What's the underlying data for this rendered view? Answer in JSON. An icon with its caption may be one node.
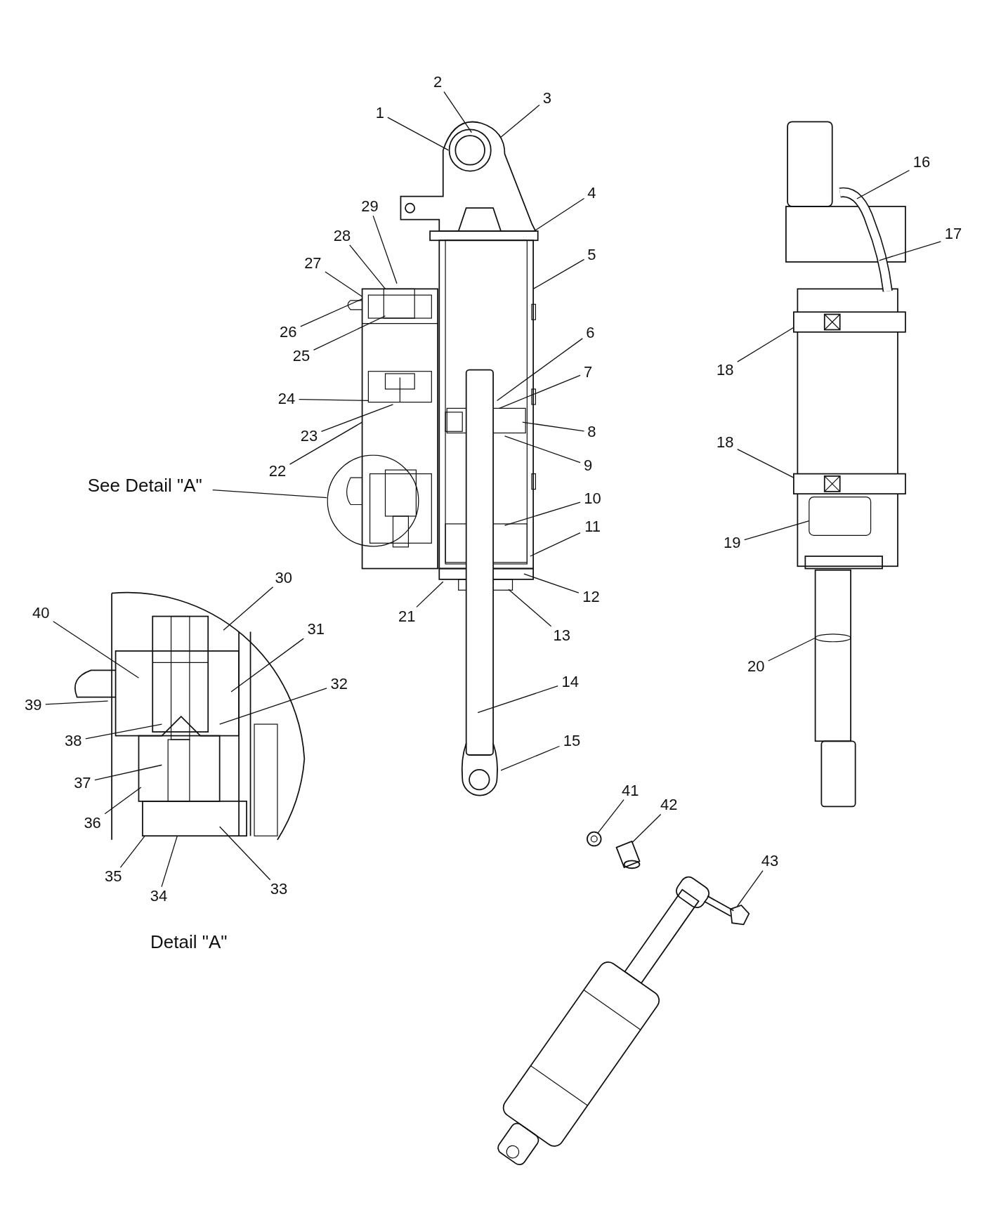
{
  "diagram": {
    "nodes": [
      {
        "text": [
          "1"
        ]
      },
      {
        "text": [
          "2"
        ]
      },
      {
        "text": [
          "3"
        ]
      },
      {
        "text": [
          "4"
        ]
      },
      {
        "text": [
          "5"
        ]
      },
      {
        "text": [
          "6"
        ]
      },
      {
        "text": [
          "7"
        ]
      },
      {
        "text": [
          "8"
        ]
      },
      {
        "text": [
          "9"
        ]
      },
      {
        "text": [
          "10"
        ]
      },
      {
        "text": [
          "11"
        ]
      },
      {
        "text": [
          "12"
        ]
      },
      {
        "text": [
          "13"
        ]
      },
      {
        "text": [
          "14"
        ]
      },
      {
        "text": [
          "15"
        ]
      },
      {
        "text": [
          "16"
        ]
      },
      {
        "text": [
          "17"
        ]
      },
      {
        "text": [
          "18"
        ]
      },
      {
        "text": [
          "18"
        ]
      },
      {
        "text": [
          "19"
        ]
      },
      {
        "text": [
          "20"
        ]
      },
      {
        "text": [
          "21"
        ]
      },
      {
        "text": [
          "22"
        ]
      },
      {
        "text": [
          "23"
        ]
      },
      {
        "text": [
          "24"
        ]
      },
      {
        "text": [
          "25"
        ]
      },
      {
        "text": [
          "26"
        ]
      },
      {
        "text": [
          "27"
        ]
      },
      {
        "text": [
          "28"
        ]
      },
      {
        "text": [
          "29"
        ]
      },
      {
        "text": [
          "30"
        ]
      },
      {
        "text": [
          "31"
        ]
      },
      {
        "text": [
          "32"
        ]
      },
      {
        "text": [
          "33"
        ]
      },
      {
        "text": [
          "34"
        ]
      },
      {
        "text": [
          "35"
        ]
      },
      {
        "text": [
          "36"
        ]
      },
      {
        "text": [
          "37"
        ]
      },
      {
        "text": [
          "38"
        ]
      },
      {
        "text": [
          "39"
        ]
      },
      {
        "text": [
          "40"
        ]
      },
      {
        "text": [
          "41"
        ]
      },
      {
        "text": [
          "42"
        ]
      },
      {
        "text": [
          "43"
        ]
      },
      {
        "text": [
          "See Detail \"A\""
        ]
      },
      {
        "text": [],
        "shape": "circle"
      },
      {
        "text": [],
        "shape": "picture"
      },
      {
        "text": [],
        "shape": "picture"
      },
      {
        "text": [],
        "shape": "picture"
      },
      {
        "text": [],
        "shape": "box"
      },
      {
        "text": [],
        "shape": "circle"
      },
      {
        "text": [],
        "shape": "picture"
      },
      {
        "text": [],
        "shape": "picture"
      },
      {
        "text": [],
        "shape": "picture"
      }
    ],
    "edges": [
      {
        "from": 0,
        "to": null,
        "arrow": "none"
      },
      {
        "from": 1,
        "to": null,
        "arrow": "none"
      },
      {
        "from": 2,
        "to": null,
        "arrow": "none"
      },
      {
        "from": 3,
        "to": null,
        "arrow": "none"
      },
      {
        "from": 4,
        "to": null,
        "arrow": "none"
      },
      {
        "from": 5,
        "to": null,
        "arrow": "none"
      },
      {
        "from": 6,
        "to": null,
        "arrow": "none"
      },
      {
        "from": 7,
        "to": null,
        "arrow": "none"
      },
      {
        "from": 8,
        "to": null,
        "arrow": "none"
      },
      {
        "from": 9,
        "to": null,
        "arrow": "none"
      },
      {
        "from": 10,
        "to": null,
        "arrow": "none"
      },
      {
        "from": 11,
        "to": null,
        "arrow": "none"
      },
      {
        "from": 12,
        "to": null,
        "arrow": "none"
      },
      {
        "from": 13,
        "to": null,
        "arrow": "none"
      },
      {
        "from": 14,
        "to": null,
        "arrow": "none"
      },
      {
        "from": 15,
        "to": 46,
        "arrow": "none"
      },
      {
        "from": 16,
        "to": 46,
        "arrow": "none"
      },
      {
        "from": 17,
        "to": 47,
        "arrow": "none"
      },
      {
        "from": 18,
        "to": 48,
        "arrow": "none"
      },
      {
        "from": 19,
        "to": 49,
        "arrow": "none"
      },
      {
        "from": 20,
        "to": 50,
        "arrow": "none"
      },
      {
        "from": 21,
        "to": null,
        "arrow": "none"
      },
      {
        "from": 22,
        "to": null,
        "arrow": "none"
      },
      {
        "from": 23,
        "to": null,
        "arrow": "none"
      },
      {
        "from": 24,
        "to": null,
        "arrow": "none"
      },
      {
        "from": 25,
        "to": null,
        "arrow": "none"
      },
      {
        "from": 26,
        "to": null,
        "arrow": "none"
      },
      {
        "from": 27,
        "to": null,
        "arrow": "none"
      },
      {
        "from": 28,
        "to": null,
        "arrow": "none"
      },
      {
        "from": 29,
        "to": null,
        "arrow": "none"
      },
      {
        "from": 30,
        "to": null,
        "arrow": "none"
      },
      {
        "from": 31,
        "to": null,
        "arrow": "none"
      },
      {
        "from": 32,
        "to": null,
        "arrow": "none"
      },
      {
        "from": 33,
        "to": null,
        "arrow": "none"
      },
      {
        "from": 34,
        "to": null,
        "arrow": "none"
      },
      {
        "from": 35,
        "to": null,
        "arrow": "none"
      },
      {
        "from": 36,
        "to": null,
        "arrow": "none"
      },
      {
        "from": 37,
        "to": null,
        "arrow": "none"
      },
      {
        "from": 38,
        "to": null,
        "arrow": "none"
      },
      {
        "from": 39,
        "to": null,
        "arrow": "none"
      },
      {
        "from": 40,
        "to": null,
        "arrow": "none"
      },
      {
        "from": 41,
        "to": 51,
        "arrow": "none"
      },
      {
        "from": 42,
        "to": 52,
        "arrow": "none"
      },
      {
        "from": 43,
        "to": 53,
        "arrow": "none"
      },
      {
        "from": 44,
        "to": 45,
        "arrow": "none"
      }
    ],
    "labels": [
      "Detail \"A\""
    ]
  }
}
